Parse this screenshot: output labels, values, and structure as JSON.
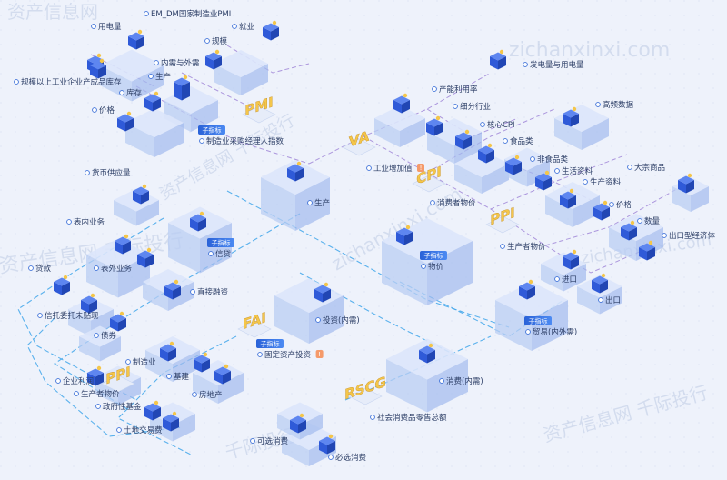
{
  "watermarks": [
    "资产信息网",
    "zichanxinxi.com",
    "资产信息网 千际投行",
    "zichanxinxi.com",
    "资产信息网 千际投行",
    "zichanxinxi.com",
    "资产信息网 千际投行",
    "千际投行"
  ],
  "sub_tag": "子指标",
  "warn_mark": "!",
  "colors": {
    "bg": "#eef2fb",
    "block_top": "#dbe6fb",
    "block_left": "#b9cdf3",
    "block_right": "#a3bbee",
    "obj_top": "#5e86f0",
    "obj_left": "#2f5ad8",
    "obj_right": "#2146b4",
    "gold": "#f4c64a",
    "link_purple": "#9b7fd6",
    "link_blue": "#3fa6ea",
    "tag_bg": "#2f6fe0",
    "warn": "#f59a6a"
  },
  "hubs": [
    {
      "abbr": "PMI",
      "icon": "pmi-hub-icon"
    },
    {
      "abbr": "VA",
      "icon": "va-hub-icon"
    },
    {
      "abbr": "CPI",
      "icon": "cpi-hub-icon"
    },
    {
      "abbr": "PPI",
      "icon": "ppi-hub-icon"
    },
    {
      "abbr": "FAI",
      "icon": "fai-hub-icon"
    },
    {
      "abbr": "PPI",
      "icon": "ppi2-hub-icon"
    },
    {
      "abbr": "RSCG",
      "icon": "rscg-hub-icon"
    }
  ],
  "labels": [
    {
      "id": "pmi-em-dm",
      "text": "EM_DM国家制造业PMI",
      "icon": "factory-icon"
    },
    {
      "id": "electricity-use",
      "text": "用电量",
      "icon": "plug-icon"
    },
    {
      "id": "scale",
      "text": "规模",
      "icon": "stack-icon"
    },
    {
      "id": "employment",
      "text": "就业",
      "icon": "worker-icon"
    },
    {
      "id": "domestic-foreign-demand",
      "text": "内需与外需",
      "icon": "box-icon"
    },
    {
      "id": "production-pmi",
      "text": "生产",
      "icon": "production-icon"
    },
    {
      "id": "industrial-inventory",
      "text": "规模以上工业企业产成品库存",
      "icon": "warehouse-icon"
    },
    {
      "id": "inventory",
      "text": "库存",
      "icon": "inventory-icon"
    },
    {
      "id": "price-pmi",
      "text": "价格",
      "icon": "yen-icon"
    },
    {
      "id": "purchasing-index",
      "text": "制造业采购经理人指数",
      "icon": "pmi-hub-icon",
      "tag": true
    },
    {
      "id": "power-generation",
      "text": "发电量与用电量",
      "icon": "power-tower-icon"
    },
    {
      "id": "capacity-utilization",
      "text": "产能利用率",
      "icon": "robot-arm-icon"
    },
    {
      "id": "sub-industry",
      "text": "细分行业",
      "icon": "gear-icon"
    },
    {
      "id": "high-freq-data",
      "text": "高频数据",
      "icon": "helmet-icon"
    },
    {
      "id": "core-cpi",
      "text": "核心CPI",
      "icon": "chart-icon"
    },
    {
      "id": "food",
      "text": "食品类",
      "icon": "food-icon"
    },
    {
      "id": "industrial-va",
      "text": "工业增加值",
      "icon": "va-hub-icon",
      "warn": true
    },
    {
      "id": "non-food",
      "text": "非食品类",
      "icon": "can-icon"
    },
    {
      "id": "means-of-living",
      "text": "生活资料",
      "icon": "bottle-icon"
    },
    {
      "id": "means-of-production",
      "text": "生产资料",
      "icon": "gear-icon"
    },
    {
      "id": "commodities",
      "text": "大宗商品",
      "icon": "server-icon"
    },
    {
      "id": "cpi-consumer-price",
      "text": "消费者物价",
      "icon": "cpi-hub-icon"
    },
    {
      "id": "price-ppi",
      "text": "价格",
      "icon": "yen-icon"
    },
    {
      "id": "quantity",
      "text": "数量",
      "icon": "box-icon"
    },
    {
      "id": "export-economy",
      "text": "出口型经济体",
      "icon": "ship-icon"
    },
    {
      "id": "money-supply",
      "text": "货币供应量",
      "icon": "money-stack-icon"
    },
    {
      "id": "production-main",
      "text": "生产",
      "icon": "factory-icon"
    },
    {
      "id": "ppi-producer-price",
      "text": "生产者物价",
      "icon": "ppi-hub-icon"
    },
    {
      "id": "on-balance",
      "text": "表内业务",
      "icon": "clipboard-icon"
    },
    {
      "id": "credit",
      "text": "信贷",
      "icon": "bank-icon",
      "tag": true
    },
    {
      "id": "price-level",
      "text": "物价",
      "icon": "wallet-icon",
      "tag": true
    },
    {
      "id": "import",
      "text": "进口",
      "icon": "container-icon"
    },
    {
      "id": "off-balance",
      "text": "表外业务",
      "icon": "clipboard-x-icon"
    },
    {
      "id": "loans",
      "text": "贷款",
      "icon": "money-bag-icon"
    },
    {
      "id": "direct-finance",
      "text": "直接融资",
      "icon": "calculator-icon"
    },
    {
      "id": "export",
      "text": "出口",
      "icon": "container-icon"
    },
    {
      "id": "trust-entrusted",
      "text": "信托委托未贴现",
      "icon": "card-icon"
    },
    {
      "id": "investment-domestic",
      "text": "投资(内需)",
      "icon": "coins-icon"
    },
    {
      "id": "trade",
      "text": "贸易(内外需)",
      "icon": "port-icon",
      "tag": true
    },
    {
      "id": "bonds",
      "text": "债券",
      "icon": "coin-hand-icon"
    },
    {
      "id": "manufacturing",
      "text": "制造业",
      "icon": "car-icon"
    },
    {
      "id": "fixed-asset-investment",
      "text": "固定资产投资",
      "icon": "fai-hub-icon",
      "tag": true,
      "warn": true
    },
    {
      "id": "infrastructure",
      "text": "基建",
      "icon": "excavator-icon"
    },
    {
      "id": "enterprise-profit",
      "text": "企业利润",
      "icon": "coins-icon"
    },
    {
      "id": "consumption-domestic",
      "text": "消费(内需)",
      "icon": "basket-icon"
    },
    {
      "id": "ppi2-producer-price",
      "text": "生产者物价",
      "icon": "ppi2-hub-icon"
    },
    {
      "id": "real-estate",
      "text": "房地产",
      "icon": "building-icon"
    },
    {
      "id": "government-fund",
      "text": "政府性基金",
      "icon": "coins-icon"
    },
    {
      "id": "retail-sales",
      "text": "社会消费品零售总额",
      "icon": "rscg-hub-icon"
    },
    {
      "id": "land-transaction",
      "text": "土地交易费",
      "icon": "coin-hand-icon"
    },
    {
      "id": "discretionary",
      "text": "可选消费",
      "icon": "car-icon"
    },
    {
      "id": "essential",
      "text": "必选消费",
      "icon": "cart-icon"
    }
  ]
}
